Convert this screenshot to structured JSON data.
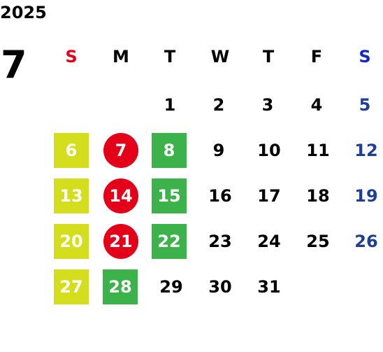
{
  "calendar": {
    "year": "2025",
    "month": "7",
    "weekdays": [
      "S",
      "M",
      "T",
      "W",
      "T",
      "F",
      "S"
    ],
    "days": {
      "d1": "1",
      "d2": "2",
      "d3": "3",
      "d4": "4",
      "d5": "5",
      "d6": "6",
      "d7": "7",
      "d8": "8",
      "d9": "9",
      "d10": "10",
      "d11": "11",
      "d12": "12",
      "d13": "13",
      "d14": "14",
      "d15": "15",
      "d16": "16",
      "d17": "17",
      "d18": "18",
      "d19": "19",
      "d20": "20",
      "d21": "21",
      "d22": "22",
      "d23": "23",
      "d24": "24",
      "d25": "25",
      "d26": "26",
      "d27": "27",
      "d28": "28",
      "d29": "29",
      "d30": "30",
      "d31": "31"
    }
  },
  "colors": {
    "sunday_header": "#e50019",
    "saturday_header": "#1428c8",
    "saturday_dates": "#1d3f94",
    "sunday_highlight": "#d4de1c",
    "monday_highlight": "#e50019",
    "tuesday_highlight": "#3cb34a"
  }
}
